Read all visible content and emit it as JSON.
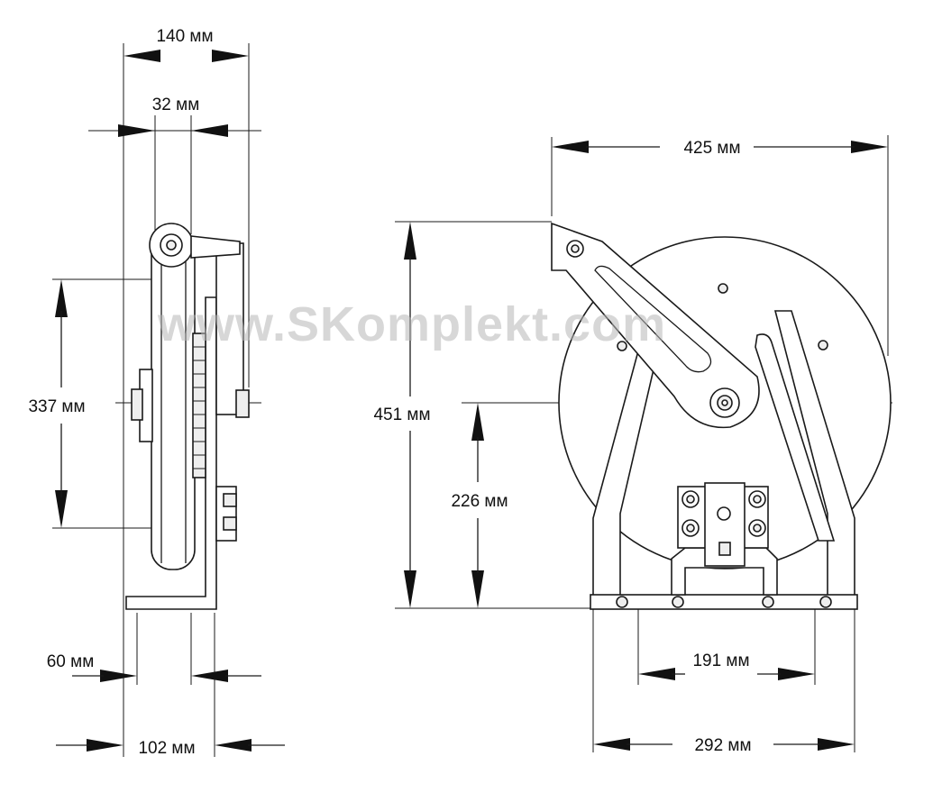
{
  "watermark": "www.SKomplekt.com",
  "side_view": {
    "dim_overall_width": "140 мм",
    "dim_reel_width": "32 мм",
    "dim_height": "337 мм",
    "dim_base_inset": "60 мм",
    "dim_base_width": "102 мм"
  },
  "front_view": {
    "dim_overall_width": "425 мм",
    "dim_overall_height": "451 мм",
    "dim_axle_height": "226 мм",
    "dim_foot_spacing": "191 мм",
    "dim_base_width": "292 мм"
  }
}
